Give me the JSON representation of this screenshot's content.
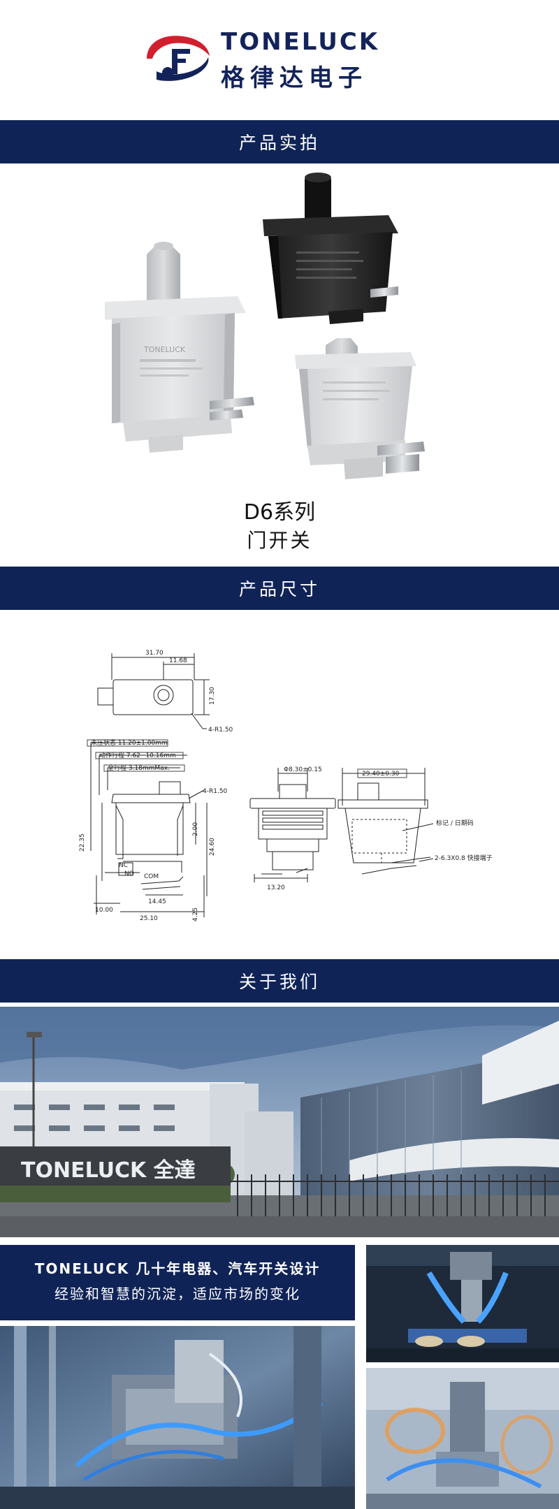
{
  "header": {
    "brand_en": "TONELUCK",
    "brand_cn": "格律达电子"
  },
  "sections": {
    "photos": "产品实拍",
    "dimensions": "产品尺寸",
    "about": "关于我们"
  },
  "product": {
    "series": "D6系列",
    "type": "门开关"
  },
  "dimensions": {
    "top_width": "31.70",
    "top_offset": "11.68",
    "top_height": "17.30",
    "top_radius": "4-R1.50",
    "note1": "未压状态 11.20±1.00mm",
    "note2": "动作行程 7.62~10.16mm",
    "note3": "全行程 3.18mmMax.",
    "side_radius": "4-R1.50",
    "h_left": "22.35",
    "h_right": "24.60",
    "h_mid": "2.00",
    "w_bottom_left": "10.00",
    "w_mid": "14.45",
    "w_total": "25.10",
    "h_small": "4.25",
    "label_no": "NO",
    "label_com": "COM",
    "label_nc": "NC",
    "front_top": "Φ8.30±0.15",
    "front_bottom": "13.20",
    "right_top": "29.40±0.30",
    "right_label": "标记 / 日期码",
    "right_terminal": "2-6.3X0.8 快接端子"
  },
  "about": {
    "building_sign": "TONELUCK 全達",
    "line1": "TONELUCK 几十年电器、汽车开关设计",
    "line2": "经验和智慧的沉淀，适应市场的变化"
  },
  "colors": {
    "navy": "#0f2357",
    "logo_red": "#d21f2d"
  },
  "switch_print": {
    "brand": "TONELUCK"
  }
}
